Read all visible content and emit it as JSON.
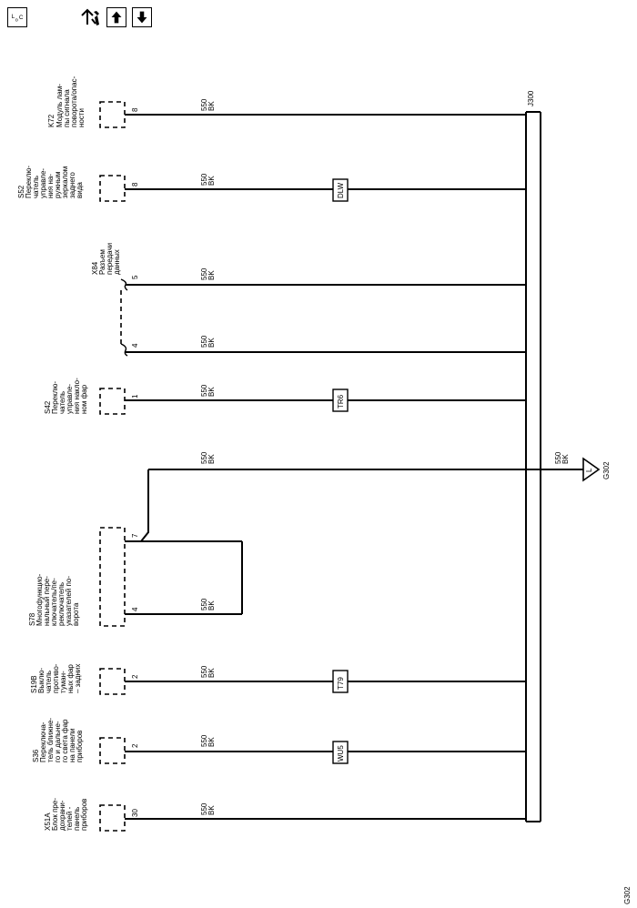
{
  "toolbar": {
    "loc_icon": "loc-icon",
    "repair_icon": "repair-updown-icon",
    "up_icon": "arrow-up-icon",
    "down_icon": "arrow-down-icon"
  },
  "splice": "J300",
  "ground": {
    "wire_num": "550",
    "wire_color": "BK",
    "pin": "L",
    "name": "G302"
  },
  "figure_id": "G302",
  "components": [
    {
      "id": "K72",
      "desc": [
        "Модуль лам-",
        "пы сигнала",
        "поворота/опас-",
        "ности"
      ],
      "pin": "8",
      "wire_num": "550",
      "wire_color": "BK",
      "box": ""
    },
    {
      "id": "S52",
      "desc": [
        "Переклю-",
        "чатель",
        "управле-",
        "ния на-",
        "ружным",
        "зеркалом",
        "заднего",
        "вида"
      ],
      "pin": "8",
      "wire_num": "550",
      "wire_color": "BK",
      "box": "DLW"
    },
    {
      "id": "X84",
      "desc": [
        "Разъем",
        "передачи",
        "данных"
      ],
      "pin": "5",
      "wire_num": "550",
      "wire_color": "BK",
      "box": ""
    },
    {
      "id": "",
      "desc": [],
      "pin": "4",
      "wire_num": "550",
      "wire_color": "BK",
      "box": ""
    },
    {
      "id": "S42",
      "desc": [
        "Переклю-",
        "чатель",
        "управле-",
        "ния накло-",
        "ном фар"
      ],
      "pin": "1",
      "wire_num": "550",
      "wire_color": "BK",
      "box": "TR6"
    },
    {
      "id": "S78",
      "desc": [
        "Многофункцио-",
        "нальный пере-",
        "ключатель/пе-",
        "реключатель",
        "указателей по-",
        "ворота"
      ],
      "pin": "4",
      "pin_b": "7",
      "wire_num": "550",
      "wire_color": "BK",
      "wire_num_b": "550",
      "wire_color_b": "BK",
      "box": ""
    },
    {
      "id": "S19B",
      "desc": [
        "Выклю-",
        "чатель",
        "противо-",
        "туман-",
        "ных фар",
        "– задних"
      ],
      "pin": "2",
      "wire_num": "550",
      "wire_color": "BK",
      "box": "T79"
    },
    {
      "id": "S36",
      "desc": [
        "Переключа-",
        "тель ближне-",
        "го и дальне-",
        "го света фар",
        "на панели",
        "приборов"
      ],
      "pin": "2",
      "wire_num": "550",
      "wire_color": "BK",
      "box": "WU5"
    },
    {
      "id": "X51A",
      "desc": [
        "Блок пре-",
        "дохрани-",
        "телей -",
        "панель",
        "приборов"
      ],
      "pin": "30",
      "wire_num": "550",
      "wire_color": "BK",
      "box": ""
    }
  ]
}
